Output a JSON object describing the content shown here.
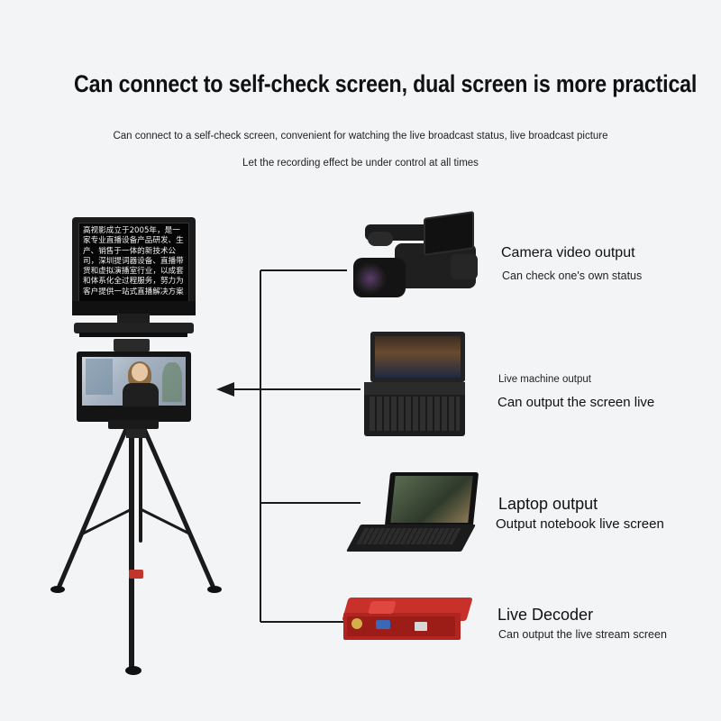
{
  "header": {
    "title": "Can connect to self-check screen, dual screen is more practical",
    "subtitle_1": "Can connect to a self-check screen, convenient for watching the live broadcast status, live broadcast picture",
    "subtitle_2": "Let the recording effect be under control at all times"
  },
  "prompter_text": "高视影成立于2005年，是一家专业直播设备产品研发、生产、销售于一体的新技术公司，深圳提词器设备、直播带货和虚拟演播室行业，以成套和体系化全过程服务，努力为客户提供一站式直播解决方案",
  "sources": [
    {
      "id": "camera",
      "title": "Camera video output",
      "desc": "Can check one's own status",
      "icon": "video-camera-icon"
    },
    {
      "id": "live-machine",
      "title": "Live machine output",
      "desc": "Can output the screen live",
      "icon": "live-switcher-icon"
    },
    {
      "id": "laptop",
      "title": "Laptop output",
      "desc": "Output notebook live screen",
      "icon": "laptop-icon"
    },
    {
      "id": "decoder",
      "title": "Live Decoder",
      "desc": "Can output the live stream screen",
      "icon": "decoder-box-icon"
    }
  ],
  "colors": {
    "background": "#f3f4f6",
    "connector": "#1a1a1a",
    "decoder_red": "#c8302a"
  }
}
